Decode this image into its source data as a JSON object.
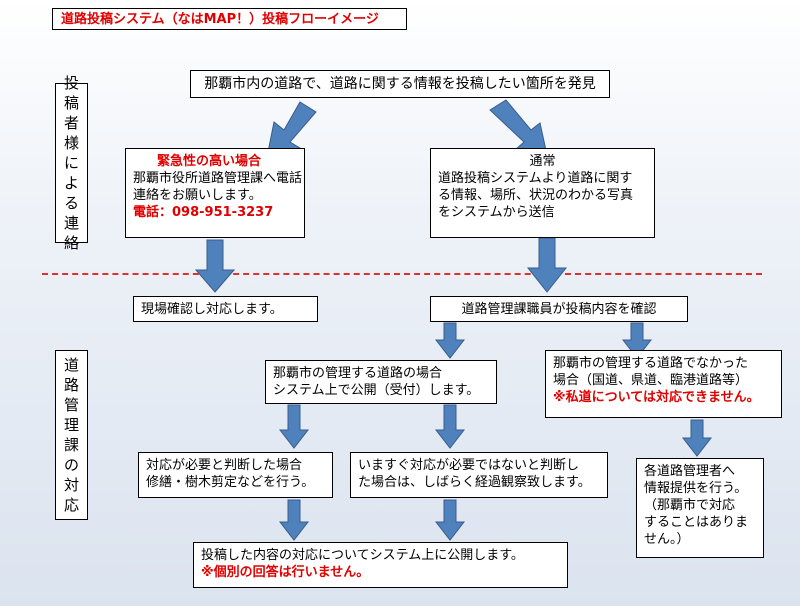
{
  "title": "道路投稿システム（なはMAP！）投稿フローイメージ",
  "side_labels": {
    "poster": "投稿者様による連絡",
    "manager": "道路管理課の対応"
  },
  "start": "那覇市内の道路で、道路に関する情報を投稿したい箇所を発見",
  "urgent": {
    "heading": "緊急性の高い場合",
    "line1": "那覇市役所道路管理課へ電話",
    "line2": "連絡をお願いします。",
    "phone": "電話：098-951-3237"
  },
  "normal": {
    "heading": "通常",
    "line1": "道路投稿システムより道路に関す",
    "line2": "る情報、場所、状況のわかる写真",
    "line3": "をシステムから送信"
  },
  "onsite": "現場確認し対応します。",
  "confirm": "道路管理課職員が投稿内容を確認",
  "managed": {
    "line1": "那覇市の管理する道路の場合",
    "line2": "システム上で公開（受付）します。"
  },
  "not_managed": {
    "line1": "那覇市の管理する道路でなかった",
    "line2": "場合（国道、県道、臨港道路等）",
    "note": "※私道については対応できません。"
  },
  "repair": {
    "line1": "対応が必要と判断した場合",
    "line2": "修繕・樹木剪定などを行う。"
  },
  "observe": {
    "line1": "いますぐ対応が必要ではないと判断し",
    "line2": "た場合は、しばらく経過観察致します。"
  },
  "other_admin": {
    "line1": "各道路管理者へ",
    "line2": "情報提供を行う。",
    "line3": "（那覇市で対応",
    "line4": "することはありま",
    "line5": "せん。）"
  },
  "publish": {
    "line1": "投稿した内容の対応についてシステム上に公開します。",
    "note": "※個別の回答は行いません。"
  },
  "colors": {
    "arrow": "#4f81bd",
    "arrow_stroke": "#385d8a",
    "accent": "#e00000"
  }
}
